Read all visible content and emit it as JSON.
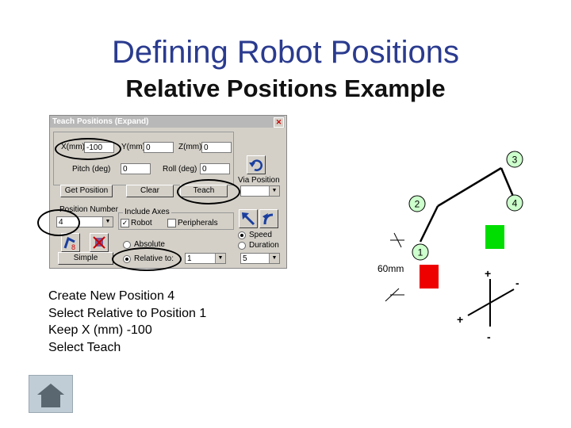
{
  "title": "Defining Robot Positions",
  "subtitle": "Relative Positions Example",
  "dialog": {
    "title": "Teach Positions (Expand)",
    "x_label": "X(mm)",
    "x_value": "-100",
    "y_label": "Y(mm)",
    "y_value": "0",
    "z_label": "Z(mm)",
    "z_value": "0",
    "pitch_label": "Pitch (deg)",
    "pitch_value": "0",
    "roll_label": "Roll (deg)",
    "roll_value": "0",
    "via_label": "Via Position",
    "get_position": "Get Position",
    "clear": "Clear",
    "teach": "Teach",
    "position_number_label": "Position Number",
    "position_number_value": "4",
    "include_axes_label": "Include Axes",
    "robot_label": "Robot",
    "peripherals_label": "Peripherals",
    "speed_label": "Speed",
    "duration_label": "Duration",
    "absolute_label": "Absolute",
    "relative_label": "Relative to:",
    "relative_value": "1",
    "speed_value": "5",
    "simple_label": "Simple"
  },
  "instructions": [
    "Create New Position 4",
    "Select Relative to Position 1",
    "Keep X (mm) -100",
    "Select Teach"
  ],
  "diagram": {
    "labels": [
      "3",
      "2",
      "4",
      "1"
    ],
    "dimension": "60mm",
    "plus": "+",
    "minus": "-",
    "colors": {
      "green": "#00dd00",
      "red": "#ee0000"
    }
  }
}
